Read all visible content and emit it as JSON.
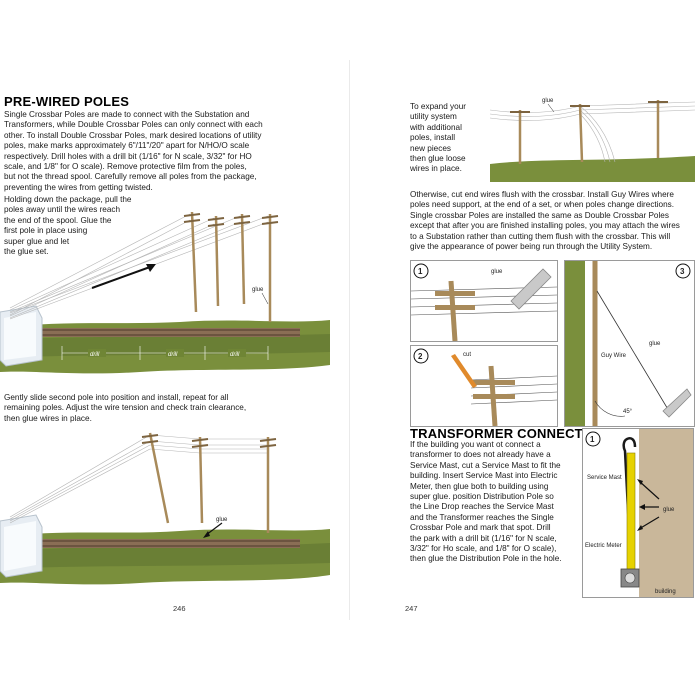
{
  "left_page": {
    "heading": "PRE-WIRED POLES",
    "para1": "Single Crossbar Poles are made to connect with the Substation and Transformers, while Double Crossbar Poles can only connect with each other. To install Double Crossbar Poles, mark desired locations of utility poles, make marks approximately 6\"/11\"/20\" apart for N/HO/O scale respectively. Drill holes with a drill bit (1/16\" for N scale, 3/32\" for HO scale, and 1/8\" for O scale). Remove protective film from the poles, but not the thread spool. Carefully remove all poles from the package, preventing the wires from getting twisted.",
    "para1_lines": [
      "Single Crossbar Poles are made to connect with the Substation and",
      "Transformers, while Double Crossbar Poles can only connect with each",
      "other. To install Double Crossbar Poles, mark desired locations of utility",
      "poles, make marks approximately 6\"/11\"/20\" apart for N/HO/O scale",
      "respectively. Drill holes with a drill bit (1/16\" for N scale, 3/32\" for HO",
      "scale, and 1/8\" for O scale). Remove protective film from the poles,",
      "but not the thread spool. Carefully remove all poles from the package,",
      "preventing the wires from getting twisted."
    ],
    "para2_lines": [
      "Holding down the package, pull the",
      "poles away until the wires reach",
      "the end of the spool. Glue the",
      "first pole in place using",
      "super glue and let",
      "the glue set."
    ],
    "fig1_labels": {
      "glue": "glue",
      "drill1": "drill",
      "drill2": "drill",
      "drill3": "drill"
    },
    "para3_lines": [
      "Gently slide second pole into position and install, repeat for all",
      "remaining poles. Adjust the wire tension and check train clearance,",
      "then glue wires in place."
    ],
    "fig2_labels": {
      "glue": "glue"
    },
    "page_number": "246"
  },
  "right_page": {
    "para1_lines": [
      "To expand your",
      "utility system",
      "with additional",
      "poles, install",
      "new pieces",
      "then glue loose",
      "wires in place."
    ],
    "fig_top_labels": {
      "glue": "glue"
    },
    "para2_lines": [
      "Otherwise, cut end wires flush with the crossbar. Install Guy Wires where",
      "poles need support, at the end of a set, or when poles change directions.",
      "Single crossbar Poles are installed the same as Double Crossbar Poles",
      "except that after you are finished installing poles, you may attach the wires",
      "to a Substation rather than cutting them flush with the crossbar. This will",
      "give the appearance of power being run through the Utility System."
    ],
    "step_figs": {
      "step1": {
        "number": "1",
        "glue": "glue"
      },
      "step2": {
        "number": "2",
        "cut": "cut"
      },
      "step3": {
        "number": "3",
        "glue": "glue",
        "guy_wire": "Guy Wire",
        "angle": "45°"
      }
    },
    "heading2": "TRANSFORMER CONNECT SET",
    "para3_lines": [
      "If the building you want ot connect a",
      "transformer to does not already have a",
      "Service Mast, cut a Service Mast to fit the",
      "building. Insert Service Mast into Electric",
      "Meter, then glue both to building using",
      "super glue. position Distribution Pole so",
      "the Line Drop reaches the Service Mast",
      "and the Transformer reaches the Single",
      "Crossbar Pole and mark that spot. Drill",
      "the park with a drill bit (1/16\" for N scale,",
      "3/32\" for Ho scale, and 1/8\" for O scale),",
      "then glue the Distribution Pole in the hole."
    ],
    "transformer_fig": {
      "number": "1",
      "service_mast": "Service Mast",
      "glue": "glue",
      "electric_meter": "Electric Meter",
      "building": "building"
    },
    "page_number": "247"
  }
}
